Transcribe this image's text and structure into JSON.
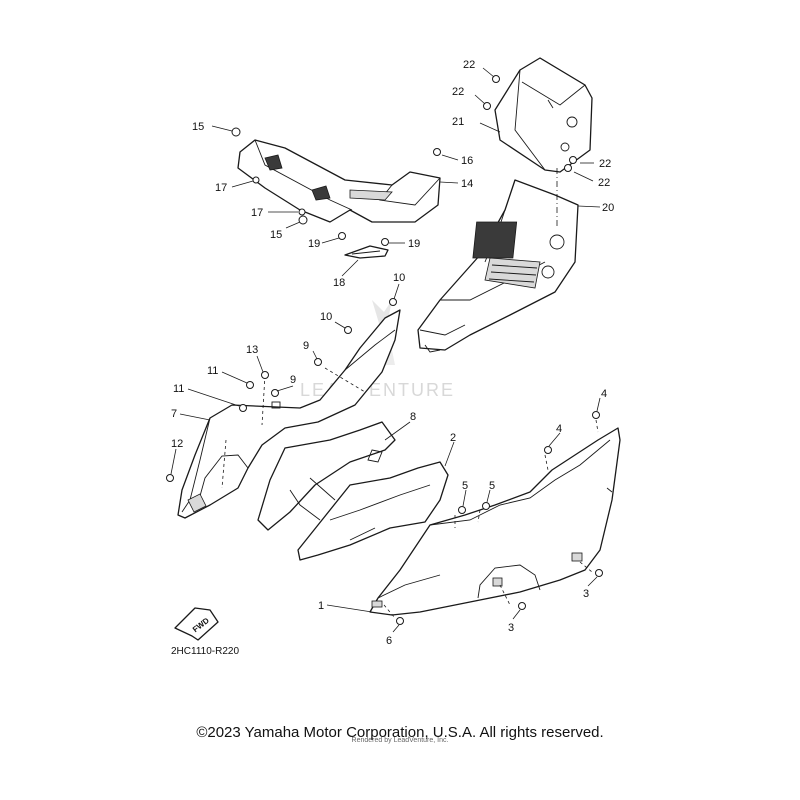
{
  "callouts": [
    {
      "id": "c22a",
      "text": "22"
    },
    {
      "id": "c22b",
      "text": "22"
    },
    {
      "id": "c21",
      "text": "21"
    },
    {
      "id": "c22c",
      "text": "22"
    },
    {
      "id": "c22d",
      "text": "22"
    },
    {
      "id": "c20",
      "text": "20"
    },
    {
      "id": "c15a",
      "text": "15"
    },
    {
      "id": "c16",
      "text": "16"
    },
    {
      "id": "c14",
      "text": "14"
    },
    {
      "id": "c17a",
      "text": "17"
    },
    {
      "id": "c17b",
      "text": "17"
    },
    {
      "id": "c15b",
      "text": "15"
    },
    {
      "id": "c19a",
      "text": "19"
    },
    {
      "id": "c19b",
      "text": "19"
    },
    {
      "id": "c18",
      "text": "18"
    },
    {
      "id": "c10a",
      "text": "10"
    },
    {
      "id": "c10b",
      "text": "10"
    },
    {
      "id": "c13",
      "text": "13"
    },
    {
      "id": "c9a",
      "text": "9"
    },
    {
      "id": "c9b",
      "text": "9"
    },
    {
      "id": "c11a",
      "text": "11"
    },
    {
      "id": "c11b",
      "text": "11"
    },
    {
      "id": "c7",
      "text": "7"
    },
    {
      "id": "c12",
      "text": "12"
    },
    {
      "id": "c8",
      "text": "8"
    },
    {
      "id": "c2",
      "text": "2"
    },
    {
      "id": "c4a",
      "text": "4"
    },
    {
      "id": "c4b",
      "text": "4"
    },
    {
      "id": "c5a",
      "text": "5"
    },
    {
      "id": "c5b",
      "text": "5"
    },
    {
      "id": "c1",
      "text": "1"
    },
    {
      "id": "c6",
      "text": "6"
    },
    {
      "id": "c3a",
      "text": "3"
    },
    {
      "id": "c3b",
      "text": "3"
    }
  ],
  "fwd_label": "FWD",
  "reference_code": "2HC1110-R220",
  "watermark": "LEADVENTURE",
  "copyright": "©2023 Yamaha Motor Corporation, U.S.A. All rights reserved.",
  "render_note": "Rendered by LeadVenture, Inc."
}
